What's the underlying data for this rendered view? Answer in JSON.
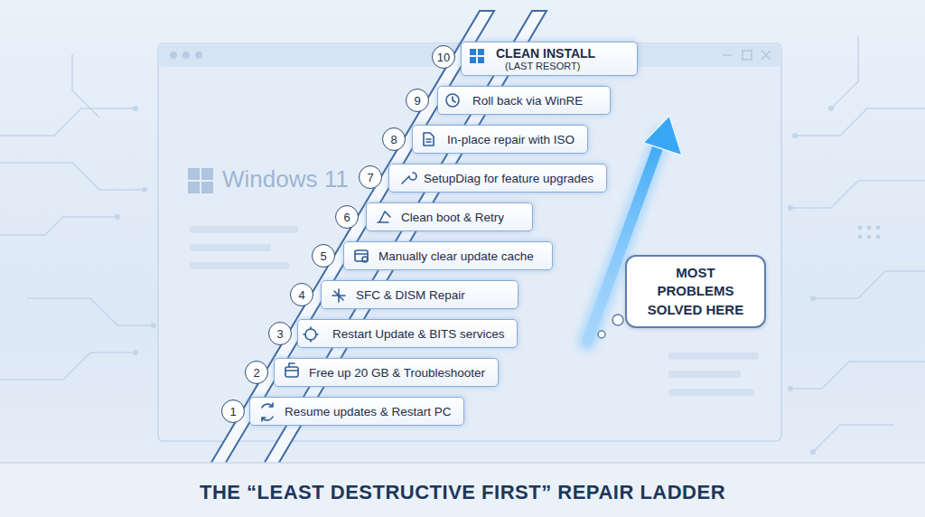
{
  "diagram": {
    "title": "THE “LEAST DESTRUCTIVE FIRST” REPAIR LADDER",
    "nodes": [
      {
        "text": [
          "10"
        ]
      },
      {
        "text": [
          "CLEAN INSTALL",
          "(LAST RESORT)"
        ]
      },
      {
        "text": [
          "9"
        ]
      },
      {
        "text": [
          "Roll back via WinRE"
        ]
      },
      {
        "text": [
          "8"
        ]
      },
      {
        "text": [
          "In-place repair with ISO"
        ]
      },
      {
        "text": [
          "7"
        ]
      },
      {
        "text": [
          "SetupDiag for feature upgrades"
        ]
      },
      {
        "text": [
          "6"
        ]
      },
      {
        "text": [
          "Clean boot & Retry"
        ]
      },
      {
        "text": [
          "5"
        ]
      },
      {
        "text": [
          "Manually clear update cache"
        ]
      },
      {
        "text": [
          "4"
        ]
      },
      {
        "text": [
          "SFC & DISM Repair"
        ]
      },
      {
        "text": [
          "3"
        ]
      },
      {
        "text": [
          "Restart Update & BITS services"
        ]
      },
      {
        "text": [
          "2"
        ]
      },
      {
        "text": [
          "Free up 20 GB & Troubleshooter"
        ]
      },
      {
        "text": [
          "1"
        ]
      },
      {
        "text": [
          "Resume updates & Restart PC"
        ]
      },
      {
        "text": [
          "MOST PROBLEMS SOLVED HERE"
        ]
      }
    ],
    "labels": [
      "Windows 11"
    ]
  }
}
